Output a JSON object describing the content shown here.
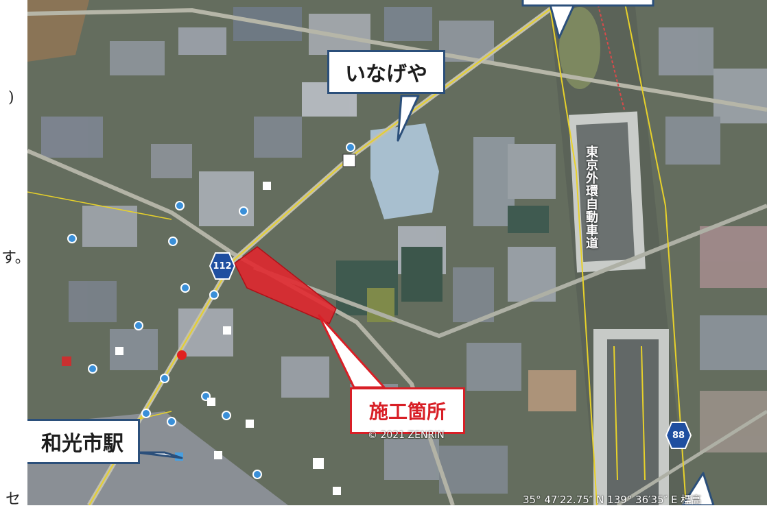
{
  "page": {
    "left_fragment_1": ")",
    "left_fragment_2": "す。",
    "left_fragment_3": "セ"
  },
  "map": {
    "callouts": {
      "inageya": "いなげや",
      "construction_site": "施工箇所",
      "wakoshi_station": "和光市駅"
    },
    "route_shields": {
      "route_112": "112",
      "route_88": "88"
    },
    "road_label": "東京外環自動車道",
    "copyright": "© 2021 ZENRIN",
    "coordinates": "35° 47′22.75″ N  139° 36′35″ E  標高"
  },
  "colors": {
    "callout_border_blue": "#2b4f7a",
    "callout_border_red": "#d81f26",
    "site_fill": "#e3262d",
    "shield_fill": "#1f4fa0"
  }
}
